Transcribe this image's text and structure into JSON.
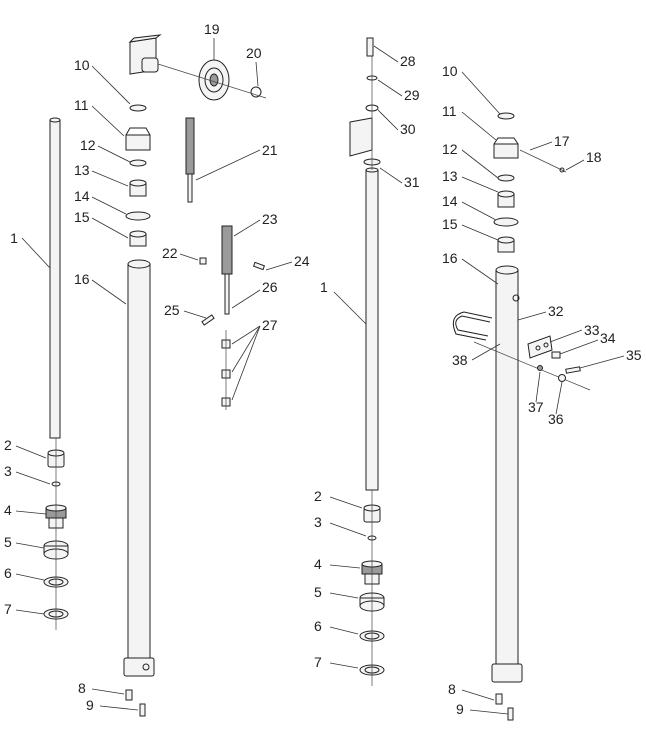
{
  "diagram": {
    "callouts": [
      "1",
      "2",
      "3",
      "4",
      "5",
      "6",
      "7",
      "8",
      "9",
      "10",
      "11",
      "12",
      "13",
      "14",
      "15",
      "16",
      "19",
      "20",
      "21",
      "22",
      "23",
      "24",
      "25",
      "26",
      "27",
      "1",
      "2",
      "3",
      "4",
      "5",
      "6",
      "7",
      "28",
      "29",
      "30",
      "31",
      "10",
      "11",
      "17",
      "18",
      "12",
      "13",
      "14",
      "15",
      "16",
      "32",
      "33",
      "34",
      "35",
      "38",
      "37",
      "36",
      "8",
      "9"
    ]
  }
}
